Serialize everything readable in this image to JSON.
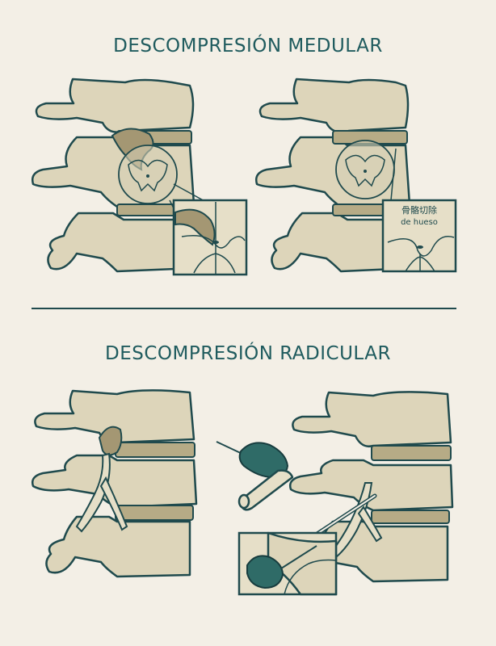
{
  "titles": {
    "top": "DESCOMPRESIÓN MEDULAR",
    "bottom": "DESCOMPRESIÓN RADICULAR"
  },
  "inset_label": {
    "line1": "骨骼切除",
    "line2": "de hueso"
  },
  "colors": {
    "background": "#f3efe6",
    "bone": "#ddd5ba",
    "outline": "#1f4a4d",
    "disc": "#b6ab86",
    "instrument": "#2f6b67",
    "title": "#1f5b5e"
  }
}
